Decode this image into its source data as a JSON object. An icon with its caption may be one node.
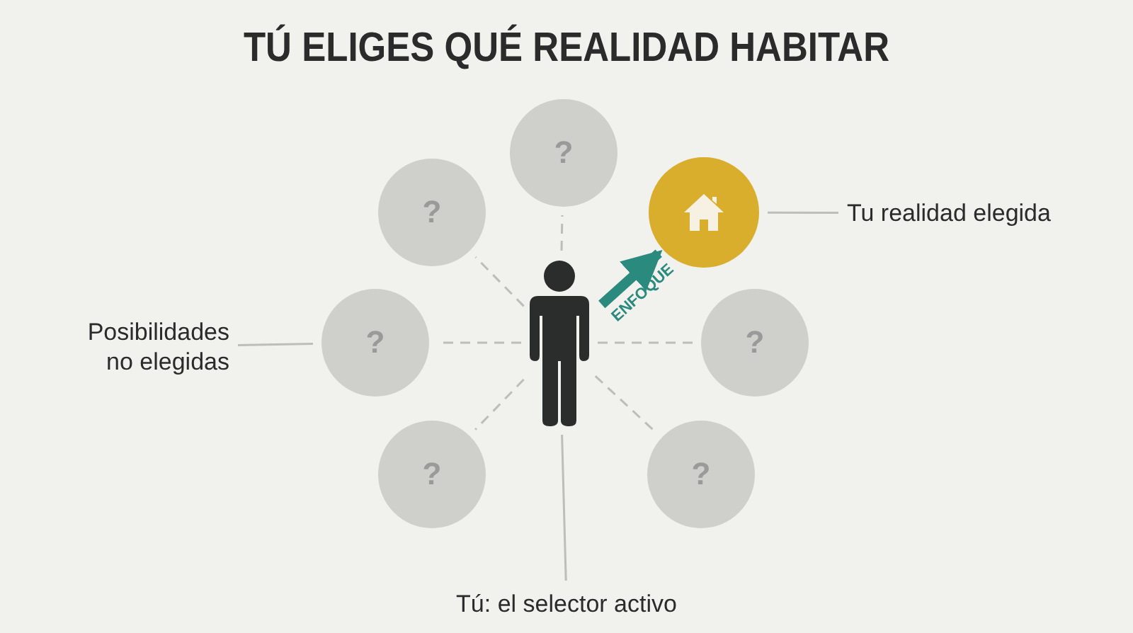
{
  "diagram": {
    "title": "TÚ ELIGES QUÉ REALIDAD HABITAR",
    "nodes": [
      {
        "text": [
          "?"
        ]
      },
      {
        "text": [
          "?"
        ]
      },
      {
        "text": [],
        "shape": "circle"
      },
      {
        "text": [
          "Tu realidad elegida"
        ]
      },
      {
        "text": [
          "Posibilidades no elegidas"
        ]
      },
      {
        "text": [
          "?"
        ]
      },
      {
        "text": [],
        "shape": "person"
      },
      {
        "text": [
          "?"
        ]
      },
      {
        "text": [
          "?"
        ]
      },
      {
        "text": [
          "?"
        ]
      },
      {
        "text": [
          "Tú: el selector activo"
        ]
      }
    ],
    "edges": [
      {
        "from": 6,
        "to": 0,
        "arrow": "none",
        "style": "dashed"
      },
      {
        "from": 6,
        "to": 1,
        "arrow": "none",
        "style": "dashed"
      },
      {
        "from": 6,
        "to": 5,
        "arrow": "none",
        "style": "dashed"
      },
      {
        "from": 6,
        "to": 7,
        "arrow": "none",
        "style": "dashed"
      },
      {
        "from": 6,
        "to": 8,
        "arrow": "none",
        "style": "dashed"
      },
      {
        "from": 6,
        "to": 9,
        "arrow": "none",
        "style": "dashed"
      },
      {
        "from": 6,
        "to": 2,
        "arrow": "to",
        "label": "ENFOQUE",
        "style": "thick",
        "color": "#2a8a7e"
      },
      {
        "from": 3,
        "to": 2,
        "arrow": "none"
      },
      {
        "from": 4,
        "to": 5,
        "arrow": "none"
      },
      {
        "from": 10,
        "to": 6,
        "arrow": "none"
      }
    ]
  }
}
